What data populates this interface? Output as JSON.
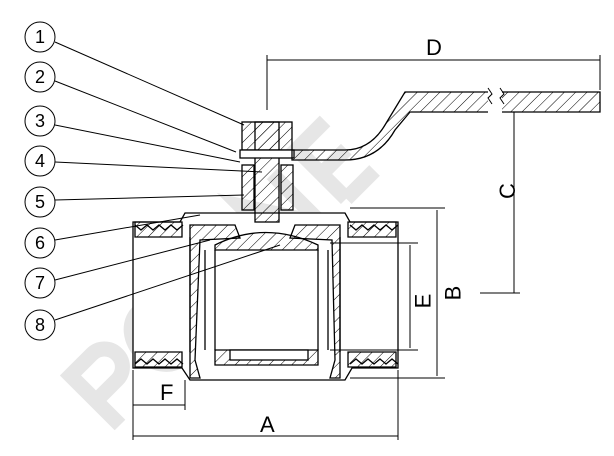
{
  "watermark": "POLINE",
  "callouts": [
    "1",
    "2",
    "3",
    "4",
    "5",
    "6",
    "7",
    "8"
  ],
  "dimensions": {
    "A": "A",
    "B": "B",
    "C": "C",
    "D": "D",
    "E": "E",
    "F": "F"
  },
  "colors": {
    "line": "#000000",
    "watermark": "#e6e6e6"
  }
}
